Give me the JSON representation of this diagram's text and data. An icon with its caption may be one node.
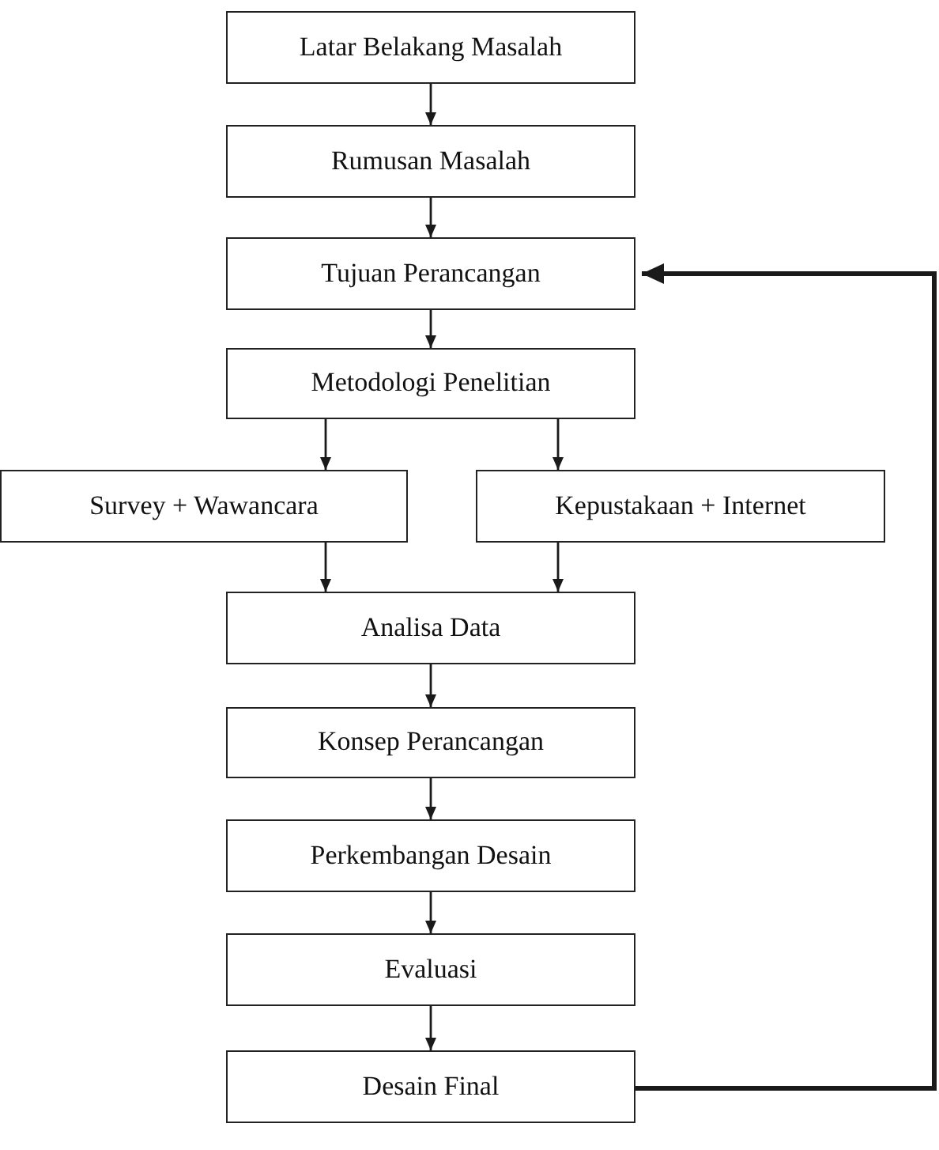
{
  "diagram": {
    "nodes": [
      {
        "text": [
          "Latar Belakang Masalah"
        ]
      },
      {
        "text": [
          "Rumusan Masalah"
        ]
      },
      {
        "text": [
          "Tujuan Perancangan"
        ]
      },
      {
        "text": [
          "Metodologi Penelitian"
        ]
      },
      {
        "text": [
          "Survey + Wawancara"
        ]
      },
      {
        "text": [
          "Kepustakaan + Internet"
        ]
      },
      {
        "text": [
          "Analisa Data"
        ]
      },
      {
        "text": [
          "Konsep Perancangan"
        ]
      },
      {
        "text": [
          "Perkembangan Desain"
        ]
      },
      {
        "text": [
          "Evaluasi"
        ]
      },
      {
        "text": [
          "Desain Final"
        ]
      }
    ],
    "edges": [
      {
        "from": 0,
        "to": 1,
        "arrow": "to"
      },
      {
        "from": 1,
        "to": 2,
        "arrow": "to"
      },
      {
        "from": 2,
        "to": 3,
        "arrow": "to"
      },
      {
        "from": 3,
        "to": 4,
        "arrow": "to"
      },
      {
        "from": 3,
        "to": 5,
        "arrow": "to"
      },
      {
        "from": 4,
        "to": 6,
        "arrow": "to"
      },
      {
        "from": 5,
        "to": 6,
        "arrow": "to"
      },
      {
        "from": 6,
        "to": 7,
        "arrow": "to"
      },
      {
        "from": 7,
        "to": 8,
        "arrow": "to"
      },
      {
        "from": 8,
        "to": 9,
        "arrow": "to"
      },
      {
        "from": 9,
        "to": 10,
        "arrow": "to"
      },
      {
        "from": 10,
        "to": 2,
        "arrow": "to",
        "style": "thick"
      }
    ]
  }
}
